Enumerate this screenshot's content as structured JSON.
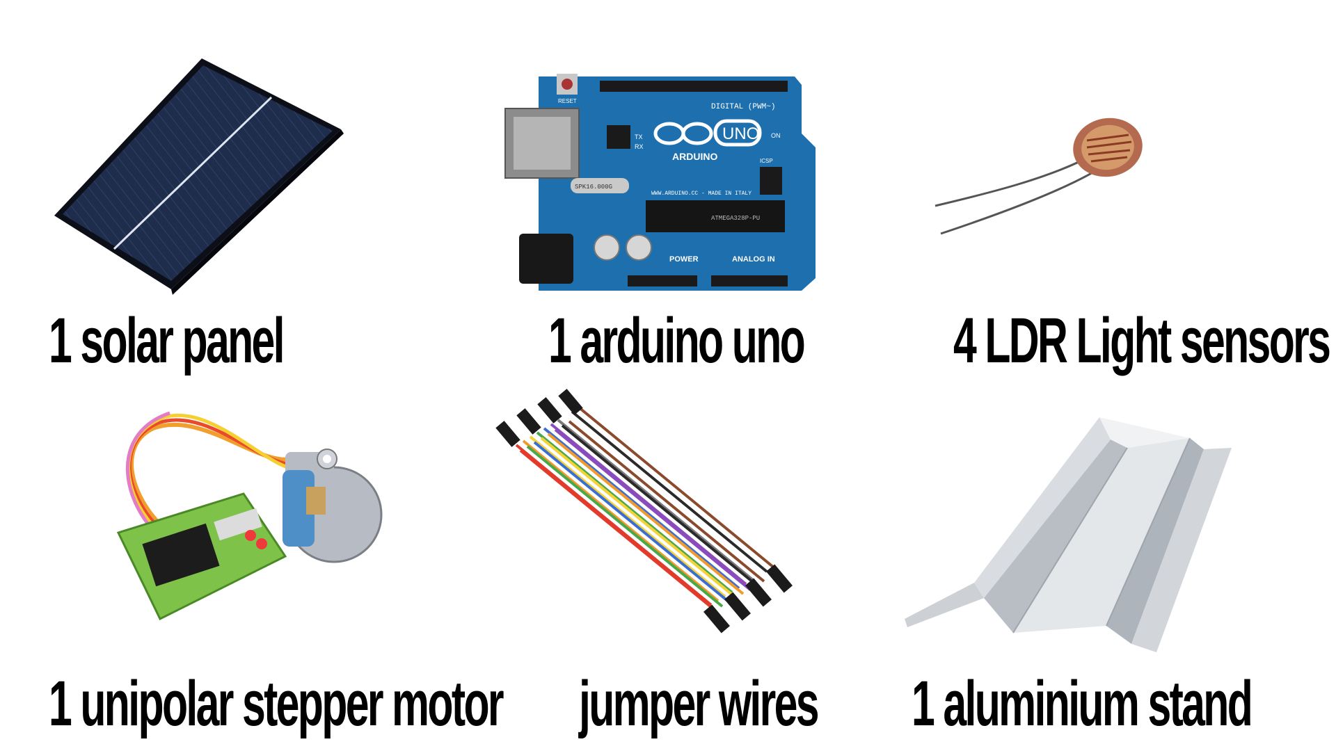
{
  "items": [
    {
      "label": "1 solar panel",
      "icon": "solar-panel-icon"
    },
    {
      "label": "1 arduino uno",
      "icon": "arduino-board-icon"
    },
    {
      "label": "4  LDR Light sensors",
      "icon": "ldr-sensor-icon"
    },
    {
      "label": "1 unipolar stepper motor",
      "icon": "stepper-motor-icon"
    },
    {
      "label": "jumper wires",
      "icon": "jumper-wires-icon"
    },
    {
      "label": "1 aluminium stand",
      "icon": "aluminium-stand-icon"
    }
  ],
  "arduino": {
    "brand": "ARDUINO",
    "model": "UNO",
    "header_digital": "DIGITAL (PWM~)",
    "header_power": "POWER",
    "header_analog": "ANALOG IN",
    "website": "WWW.ARDUINO.CC - MADE IN ITALY",
    "chip": "ATMEGA328P-PU",
    "crystal": "SPK16.000G",
    "tx": "TX",
    "rx": "RX",
    "on": "ON",
    "icsp": "ICSP",
    "reset": "RESET"
  },
  "colors": {
    "text": "#000000",
    "arduino_blue": "#1d6fae",
    "solar_cell": "#1e2b4a"
  }
}
